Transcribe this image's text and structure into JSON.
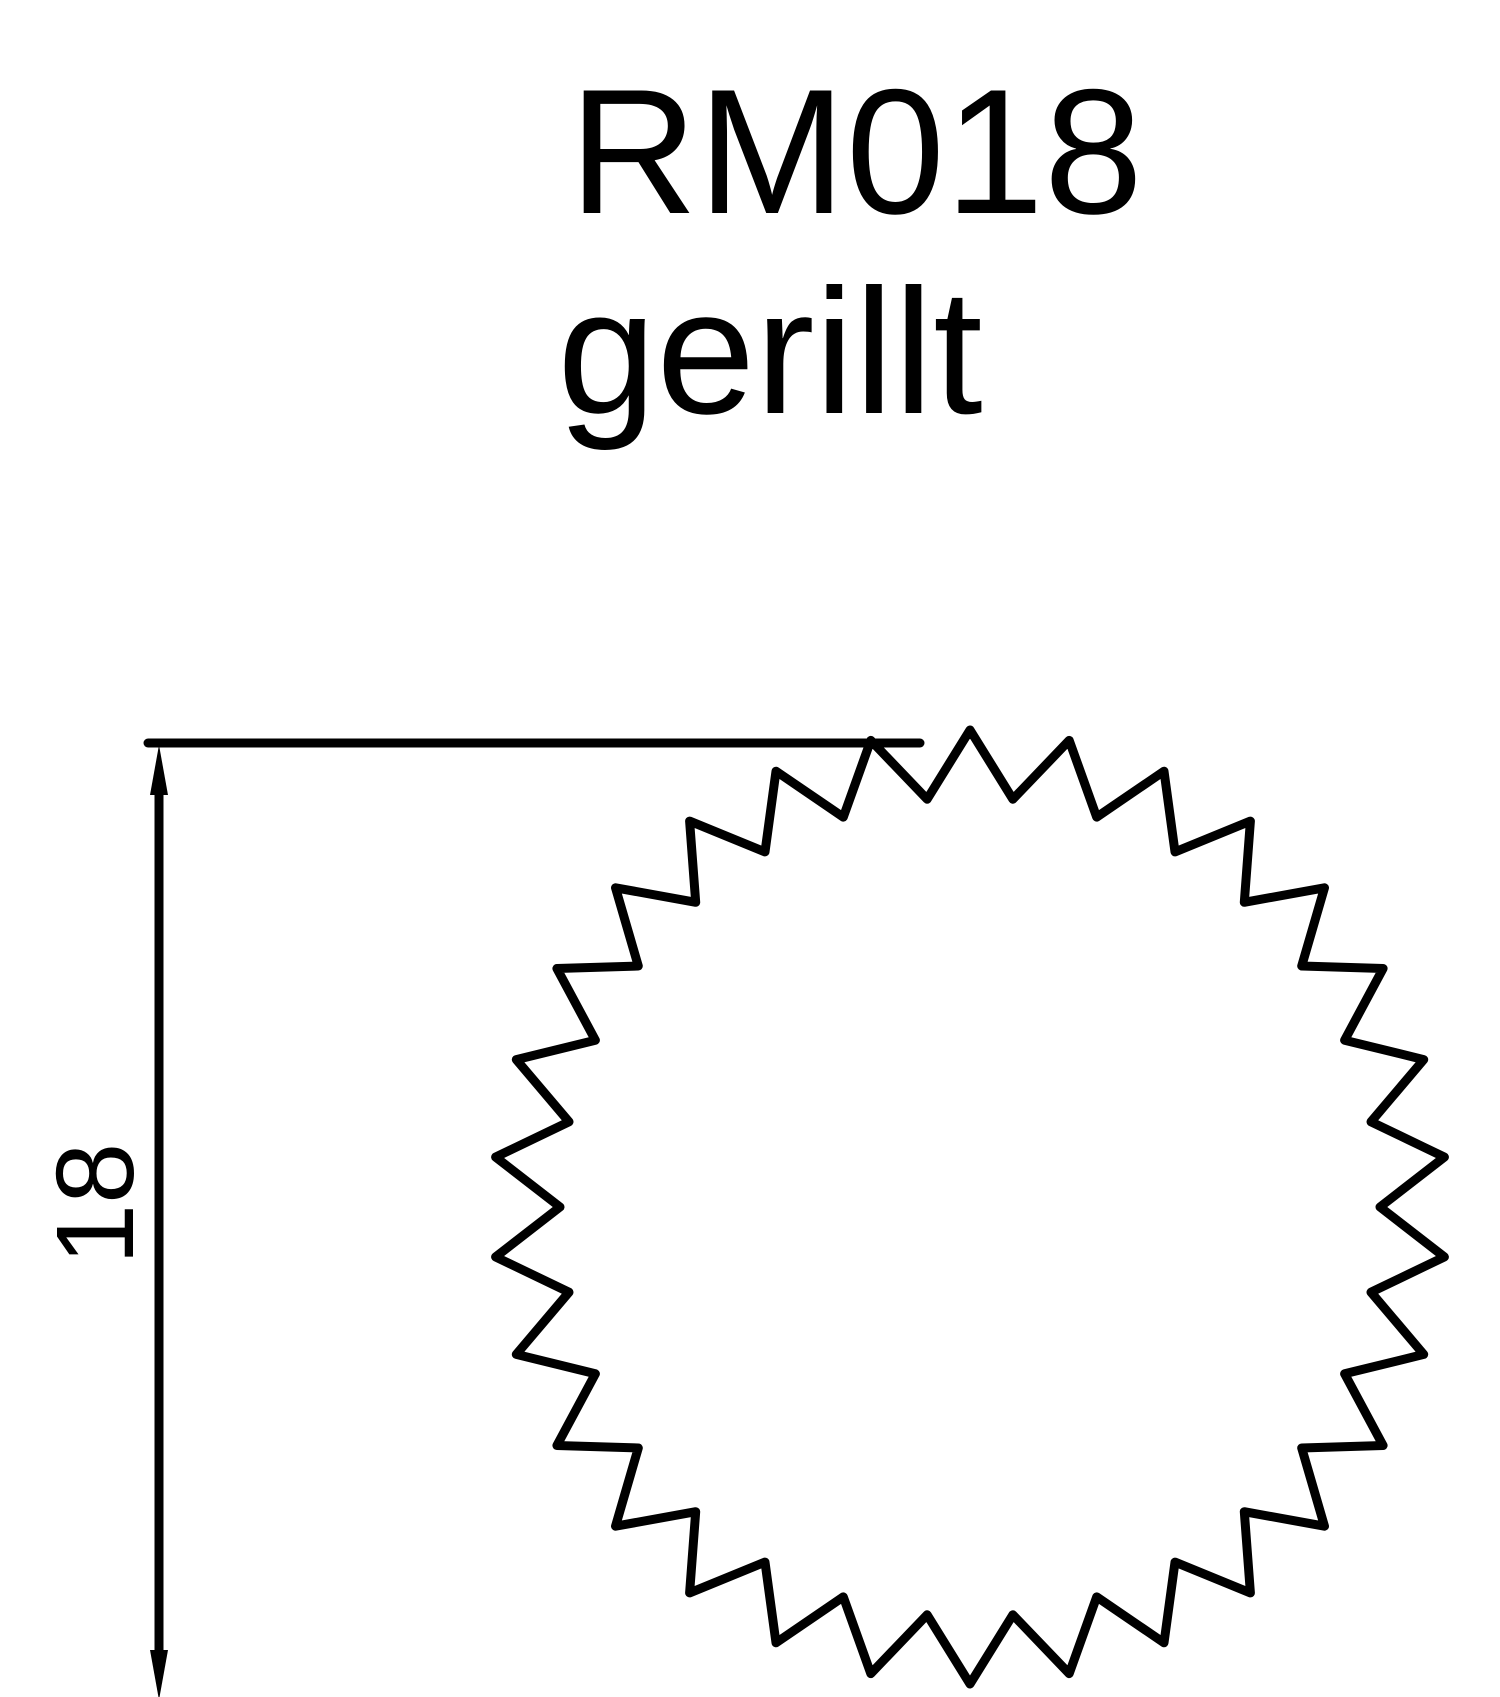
{
  "drawing": {
    "part_code": "RM018",
    "description": "gerillt",
    "dimension": {
      "value": "18",
      "orientation": "vertical"
    },
    "shape": {
      "type": "knurled-gear-profile",
      "teeth": 30
    },
    "line_color": "#000000",
    "background": "#ffffff"
  }
}
